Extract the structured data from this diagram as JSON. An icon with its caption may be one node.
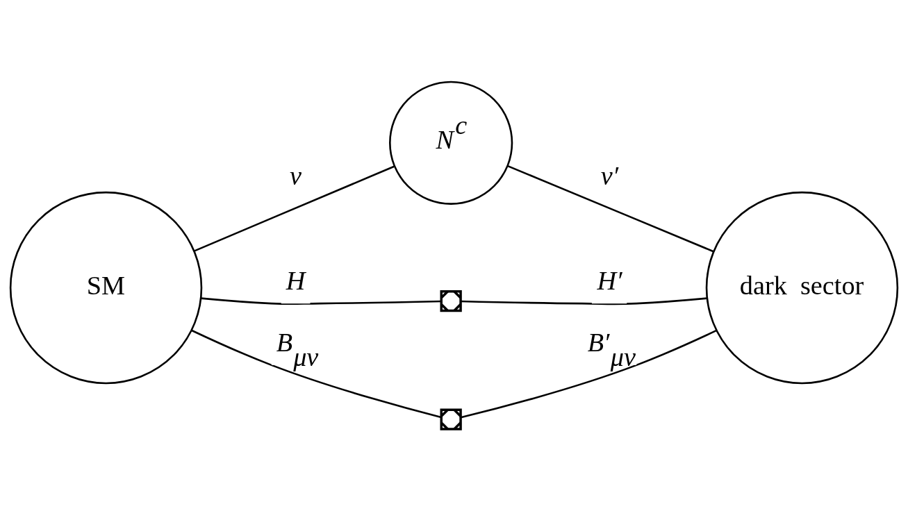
{
  "diagram": {
    "nodes": [
      {
        "text": [
          "SM"
        ]
      },
      {
        "text": [
          "N$^{c}$"
        ]
      },
      {
        "text": [
          "dark  sector"
        ]
      },
      {
        "text": [],
        "shape": "cross"
      },
      {
        "text": [],
        "shape": "cross"
      }
    ],
    "edges": [
      {
        "from": 0,
        "to": 1,
        "arrow": "none",
        "label": "ν"
      },
      {
        "from": 1,
        "to": 2,
        "arrow": "none",
        "label": "ν′"
      },
      {
        "from": 0,
        "to": 3,
        "arrow": "none",
        "label": "H"
      },
      {
        "from": 3,
        "to": 2,
        "arrow": "none",
        "label": "H′"
      },
      {
        "from": 0,
        "to": 4,
        "arrow": "none",
        "label": "B$_{μν}$"
      },
      {
        "from": 4,
        "to": 2,
        "arrow": "none",
        "label": "B′$_{μν}$"
      }
    ]
  }
}
